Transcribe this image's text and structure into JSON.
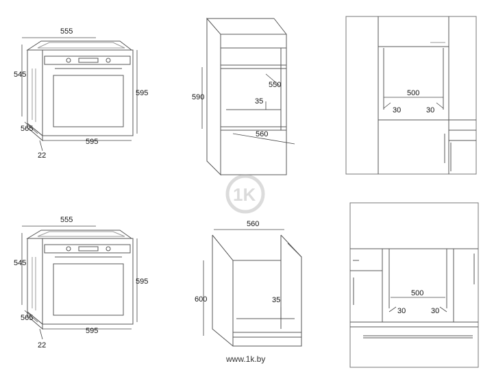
{
  "top_row": {
    "oven": {
      "width": "555",
      "height": "545",
      "depth": "565",
      "front_height": "595",
      "front_width": "595",
      "door": "22"
    },
    "cabinet": {
      "niche_height": "590",
      "niche_depth": "550",
      "gap": "35",
      "niche_width": "560"
    },
    "install": {
      "opening": "500",
      "left_margin": "30",
      "right_margin": "30"
    }
  },
  "bottom_row": {
    "oven": {
      "width": "555",
      "height": "545",
      "depth": "565",
      "front_height": "595",
      "front_width": "595",
      "door": "22"
    },
    "cabinet": {
      "niche_width": "560",
      "niche_height": "600",
      "gap": "35"
    },
    "install": {
      "opening": "500",
      "left_margin": "30",
      "right_margin": "30"
    }
  },
  "watermark": {
    "url": "www.1k.by",
    "logo": "1K"
  }
}
